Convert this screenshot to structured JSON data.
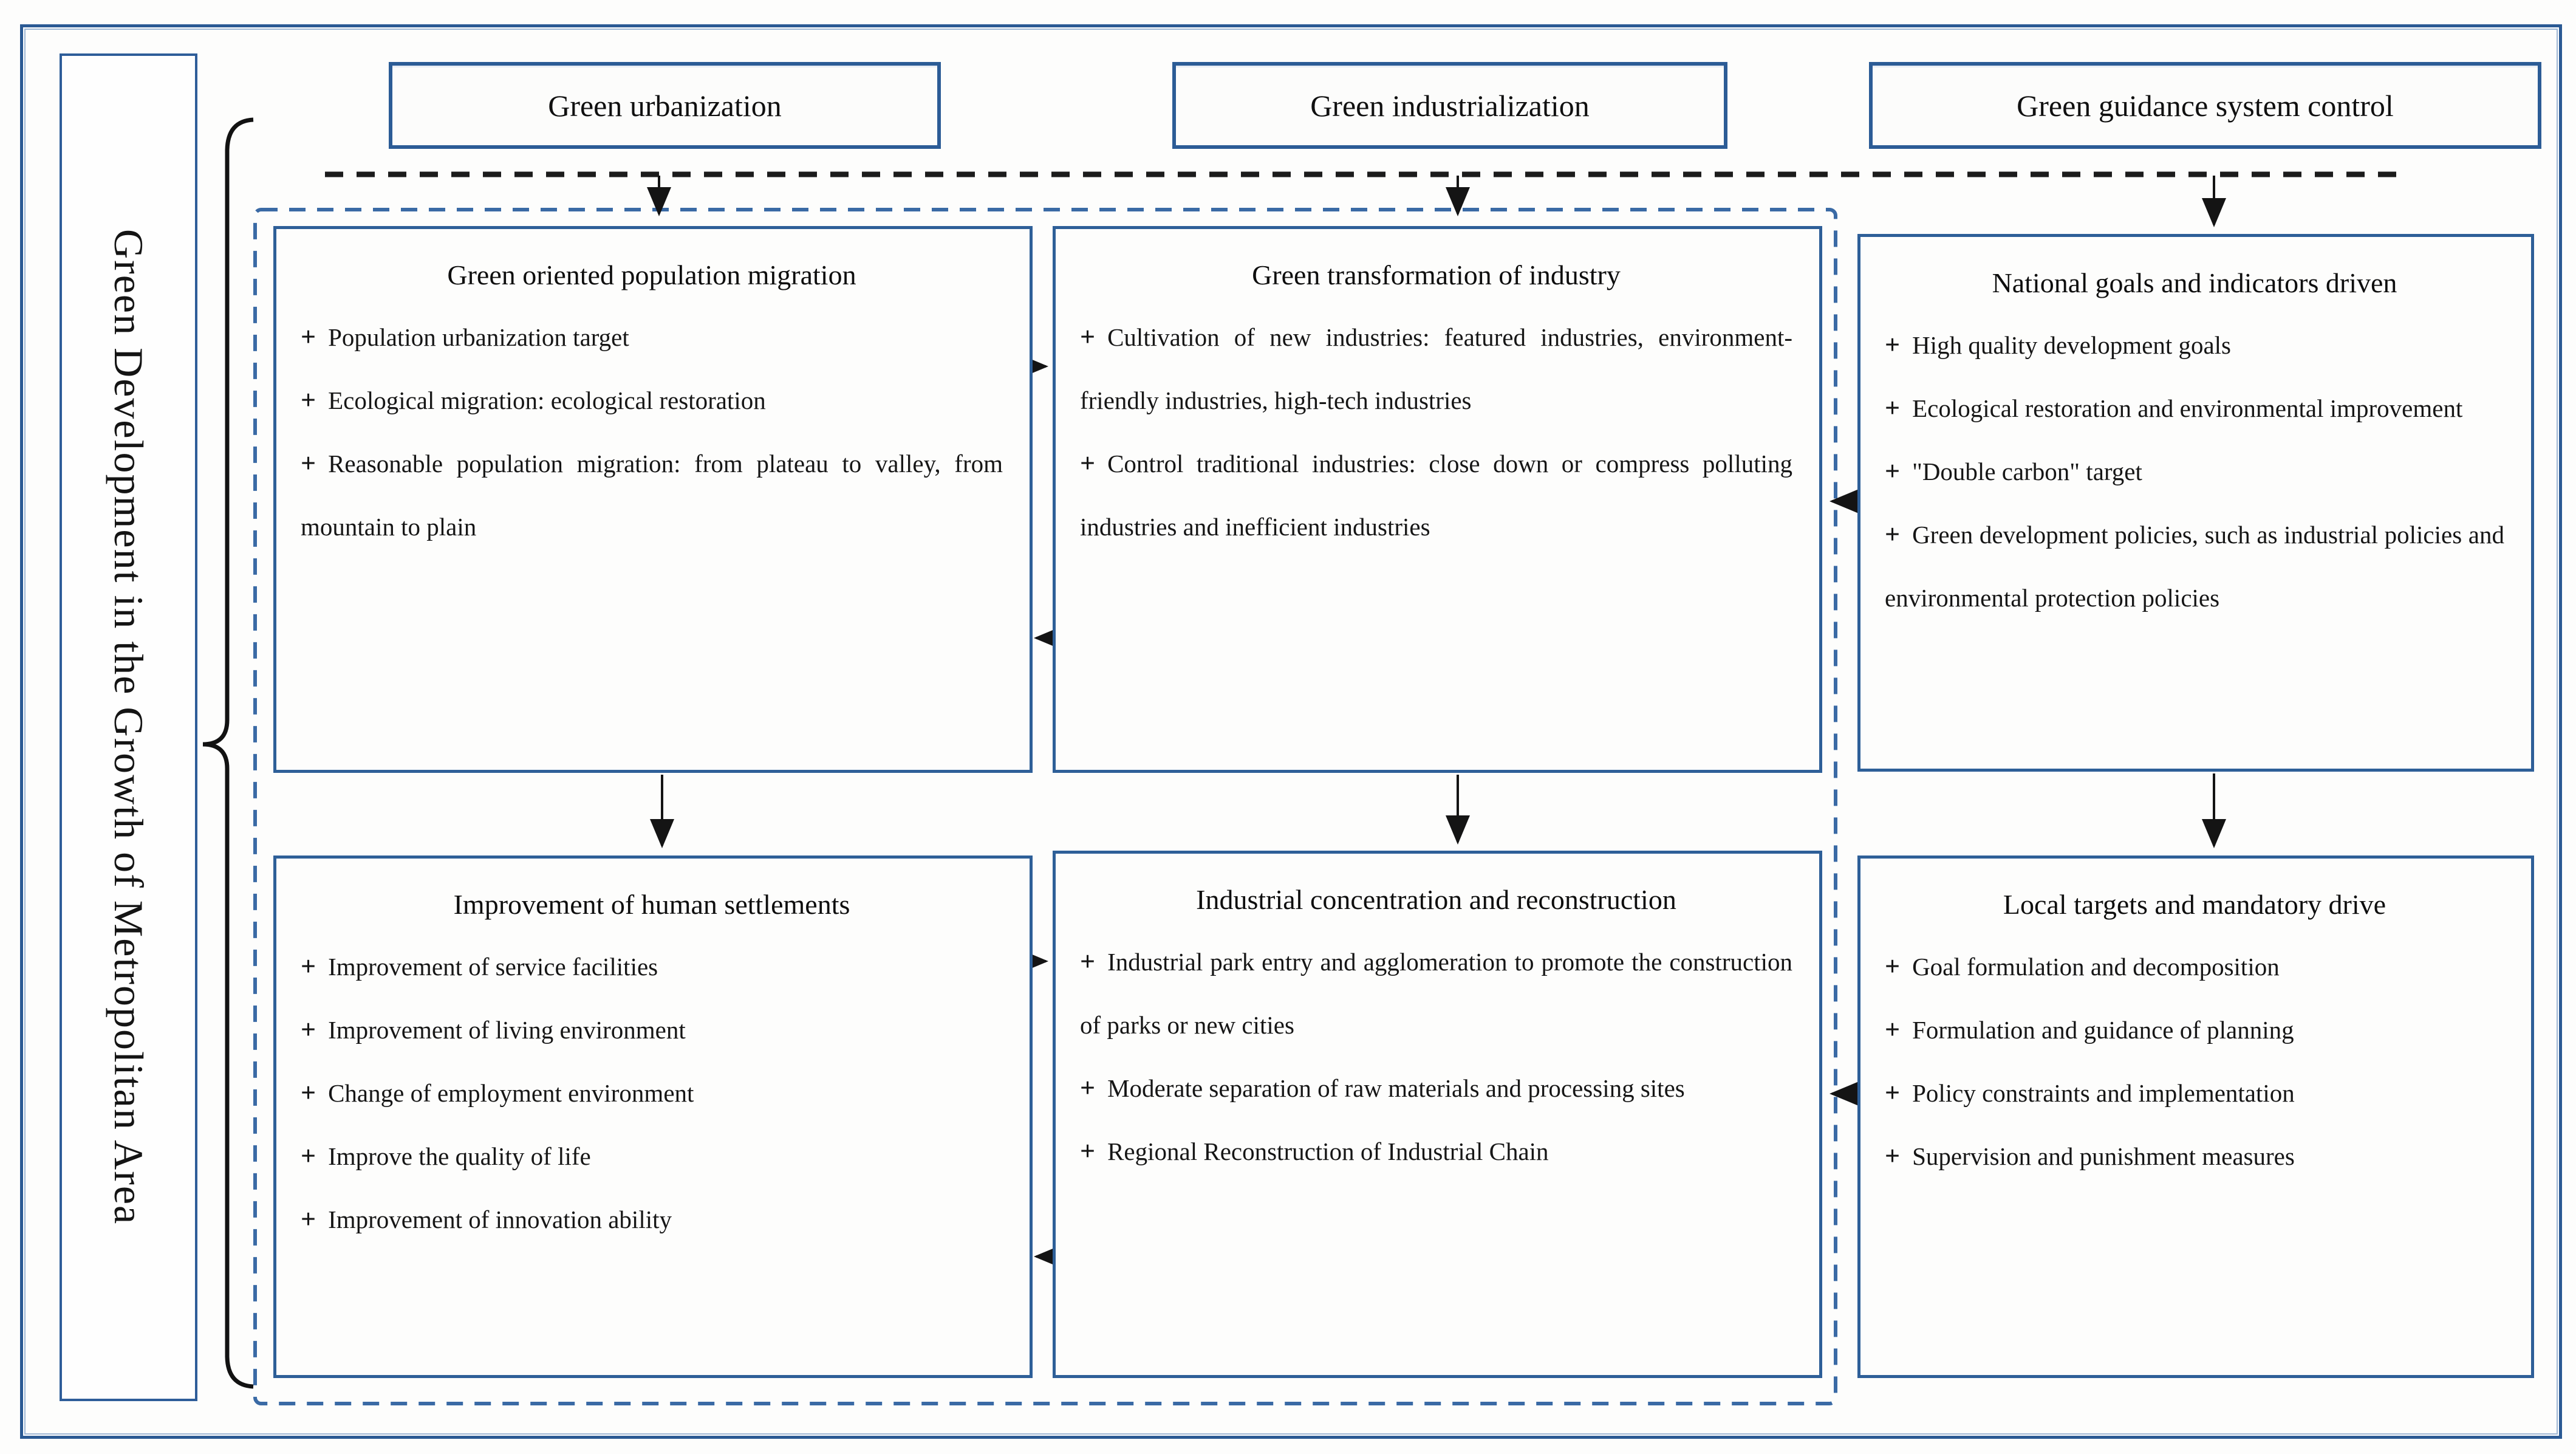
{
  "root_title": "Green Development in the Growth of Metropolitan Area",
  "bullet_marker": "+",
  "headers": [
    {
      "label": "Green urbanization"
    },
    {
      "label": "Green industrialization"
    },
    {
      "label": "Green guidance system control"
    }
  ],
  "boxes": [
    {
      "title": "Green oriented population migration",
      "bullets": [
        "Population urbanization target",
        "Ecological migration: ecological restoration",
        "Reasonable population migration: from plateau to valley, from mountain to plain"
      ]
    },
    {
      "title": "Green transformation of industry",
      "bullets": [
        "Cultivation of new industries: featured industries, environment-friendly industries, high-tech industries",
        "Control traditional industries: close down or compress polluting industries and inefficient industries"
      ]
    },
    {
      "title": "National goals and indicators driven",
      "bullets": [
        "High quality development goals",
        "Ecological restoration and environmental improvement",
        "\"Double carbon\" target",
        "Green development policies, such as industrial policies and environmental protection policies"
      ]
    },
    {
      "title": "Improvement of human settlements",
      "bullets": [
        "Improvement of service facilities",
        "Improvement of living environment",
        "Change of employment environment",
        "Improve the quality of life",
        "Improvement of innovation ability"
      ]
    },
    {
      "title": "Industrial concentration and reconstruction",
      "bullets": [
        "Industrial park entry and agglomeration to promote the construction of parks or new cities",
        "Moderate separation of raw materials and processing sites",
        "Regional Reconstruction of Industrial Chain"
      ]
    },
    {
      "title": "Local targets and mandatory drive",
      "bullets": [
        "Goal formulation and decomposition",
        "Formulation and guidance of planning",
        "Policy constraints and implementation",
        "Supervision and punishment measures"
      ]
    }
  ],
  "colors": {
    "box_border_blue": "#2e5f98",
    "outer_frame_blue": "#2b5a94",
    "dashed_container_blue": "#3a6aa5",
    "top_dashed_line_black": "#1c1c1c",
    "text": "#161616"
  }
}
